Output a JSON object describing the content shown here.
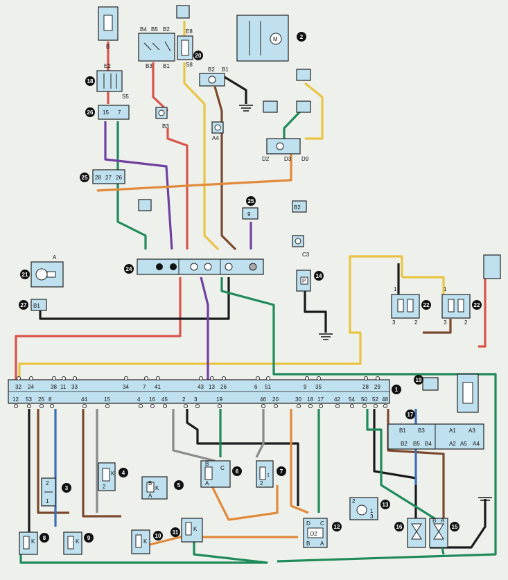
{
  "colors": {
    "background": "#eef0ec",
    "component": "#bfe0ee",
    "wire_red": "#d9534a",
    "wire_yellow": "#e9c443",
    "wire_black": "#1a1a1a",
    "wire_green": "#1f8a5a",
    "wire_purple": "#6f3fa0",
    "wire_brown": "#7b4a2e",
    "wire_orange": "#e08a3a",
    "wire_grey": "#8a8a8a",
    "wire_blue": "#3a6fb5"
  },
  "connector_top_pins": [
    "32",
    "24",
    "38",
    "11",
    "33",
    "34",
    "7",
    "41",
    "43",
    "13",
    "26",
    "6",
    "51",
    "9",
    "35",
    "28",
    "29"
  ],
  "connector_bottom_pins": [
    "12",
    "53",
    "25",
    "8",
    "44",
    "15",
    "4",
    "16",
    "45",
    "2",
    "3",
    "19",
    "46",
    "20",
    "30",
    "18",
    "17",
    "42",
    "54",
    "50",
    "52",
    "48"
  ],
  "pin_labels": {
    "fuse_b": "B",
    "relay_b4": "B4",
    "relay_b5": "B5",
    "relay_b2": "B2",
    "relay_b3": "B3",
    "relay_b1": "B1",
    "e8": "E8",
    "s8": "S8",
    "sw_b2": "B2",
    "sw_b1": "B1",
    "a4": "A4",
    "motor_m": "M",
    "e2": "E2",
    "s5": "S5",
    "c26_15": "15",
    "c26_7": "7",
    "b3": "B3",
    "d2": "D2",
    "d3": "D3",
    "d9": "D9",
    "c25_28": "28",
    "c25_27": "27",
    "c25_26": "26",
    "c25b_9": "9",
    "b2r": "B2",
    "c3": "C3",
    "a_lbl": "A",
    "b1_box": "B1",
    "p_lbl": "P",
    "r22a_1": "1",
    "r22a_3": "3",
    "r22a_2": "2",
    "r22b_1": "1",
    "r22b_3": "3",
    "r22b_2": "2",
    "b1_17": "B1",
    "b3_17": "B3",
    "b2_17": "B2",
    "b5_17": "B5",
    "b4_17": "B4",
    "a1_17": "A1",
    "a3_17": "A3",
    "a2_17": "A2",
    "a5_17": "A5",
    "a4_17": "A4",
    "o2": "O2",
    "d_12": "D",
    "c_12": "C",
    "b_12": "B",
    "a_12": "A",
    "b_6": "B",
    "c_6": "C",
    "a_6": "A",
    "b_5": "B",
    "a_5": "A",
    "b_15": "B",
    "a_15": "A",
    "c3_13": "3",
    "c2_13": "2",
    "c1_13": "1",
    "k": "K",
    "two": "2",
    "one": "1",
    "t": "t"
  },
  "markers": [
    "1",
    "2",
    "3",
    "4",
    "5",
    "6",
    "7",
    "8",
    "9",
    "10",
    "11",
    "12",
    "13",
    "14",
    "15",
    "16",
    "17",
    "18",
    "19",
    "20",
    "21",
    "22",
    "24",
    "25",
    "26",
    "27"
  ],
  "chart_data": {
    "type": "wiring-diagram",
    "components": [
      "1",
      "2",
      "3",
      "4",
      "5",
      "6",
      "7",
      "8",
      "9",
      "10",
      "11",
      "12",
      "13",
      "14",
      "15",
      "16",
      "17",
      "18",
      "19",
      "20",
      "21",
      "22",
      "24",
      "25",
      "26",
      "27"
    ]
  }
}
